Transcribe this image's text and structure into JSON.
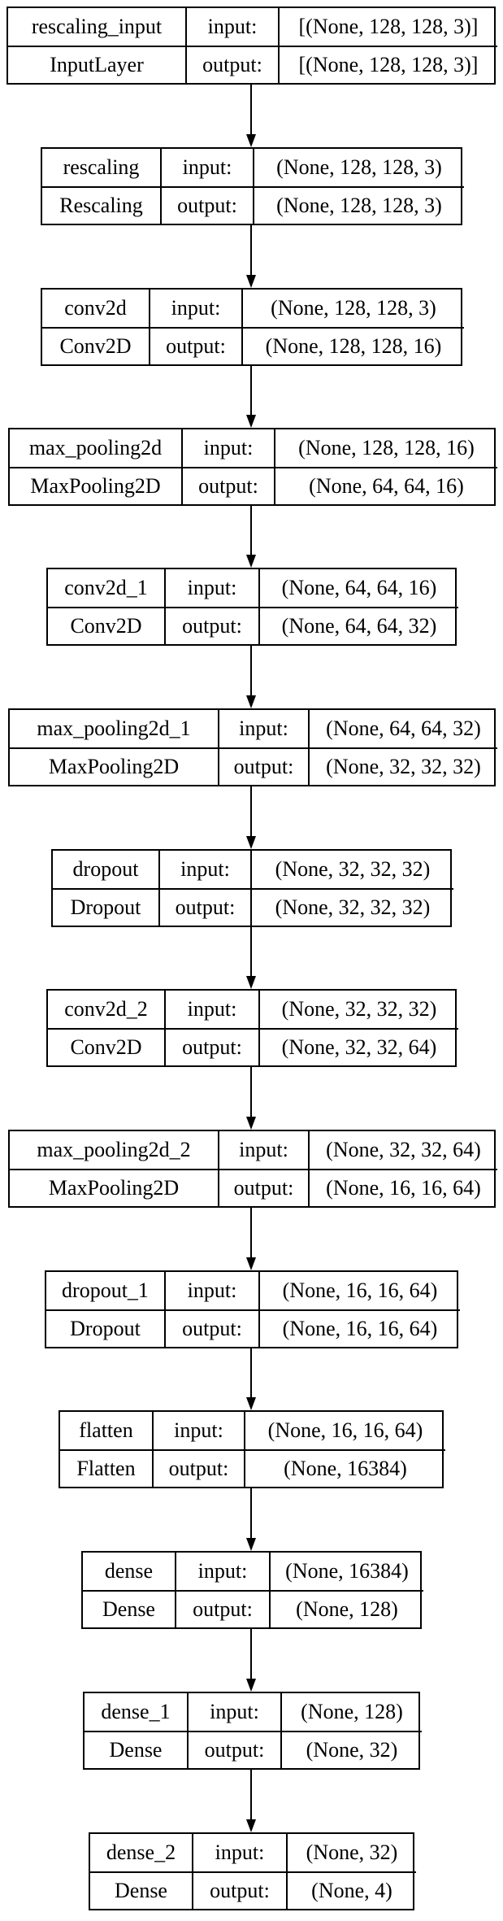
{
  "layers": [
    {
      "name": "rescaling_input",
      "type": "InputLayer",
      "input_label": "input:",
      "output_label": "output:",
      "input_shape": "[(None, 128, 128, 3)]",
      "output_shape": "[(None, 128, 128, 3)]"
    },
    {
      "name": "rescaling",
      "type": "Rescaling",
      "input_label": "input:",
      "output_label": "output:",
      "input_shape": "(None, 128, 128, 3)",
      "output_shape": "(None, 128, 128, 3)"
    },
    {
      "name": "conv2d",
      "type": "Conv2D",
      "input_label": "input:",
      "output_label": "output:",
      "input_shape": "(None, 128, 128, 3)",
      "output_shape": "(None, 128, 128, 16)"
    },
    {
      "name": "max_pooling2d",
      "type": "MaxPooling2D",
      "input_label": "input:",
      "output_label": "output:",
      "input_shape": "(None, 128, 128, 16)",
      "output_shape": "(None, 64, 64, 16)"
    },
    {
      "name": "conv2d_1",
      "type": "Conv2D",
      "input_label": "input:",
      "output_label": "output:",
      "input_shape": "(None, 64, 64, 16)",
      "output_shape": "(None, 64, 64, 32)"
    },
    {
      "name": "max_pooling2d_1",
      "type": "MaxPooling2D",
      "input_label": "input:",
      "output_label": "output:",
      "input_shape": "(None, 64, 64, 32)",
      "output_shape": "(None, 32, 32, 32)"
    },
    {
      "name": "dropout",
      "type": "Dropout",
      "input_label": "input:",
      "output_label": "output:",
      "input_shape": "(None, 32, 32, 32)",
      "output_shape": "(None, 32, 32, 32)"
    },
    {
      "name": "conv2d_2",
      "type": "Conv2D",
      "input_label": "input:",
      "output_label": "output:",
      "input_shape": "(None, 32, 32, 32)",
      "output_shape": "(None, 32, 32, 64)"
    },
    {
      "name": "max_pooling2d_2",
      "type": "MaxPooling2D",
      "input_label": "input:",
      "output_label": "output:",
      "input_shape": "(None, 32, 32, 64)",
      "output_shape": "(None, 16, 16, 64)"
    },
    {
      "name": "dropout_1",
      "type": "Dropout",
      "input_label": "input:",
      "output_label": "output:",
      "input_shape": "(None, 16, 16, 64)",
      "output_shape": "(None, 16, 16, 64)"
    },
    {
      "name": "flatten",
      "type": "Flatten",
      "input_label": "input:",
      "output_label": "output:",
      "input_shape": "(None, 16, 16, 64)",
      "output_shape": "(None, 16384)"
    },
    {
      "name": "dense",
      "type": "Dense",
      "input_label": "input:",
      "output_label": "output:",
      "input_shape": "(None, 16384)",
      "output_shape": "(None, 128)"
    },
    {
      "name": "dense_1",
      "type": "Dense",
      "input_label": "input:",
      "output_label": "output:",
      "input_shape": "(None, 128)",
      "output_shape": "(None, 32)"
    },
    {
      "name": "dense_2",
      "type": "Dense",
      "input_label": "input:",
      "output_label": "output:",
      "input_shape": "(None, 32)",
      "output_shape": "(None, 4)"
    }
  ]
}
